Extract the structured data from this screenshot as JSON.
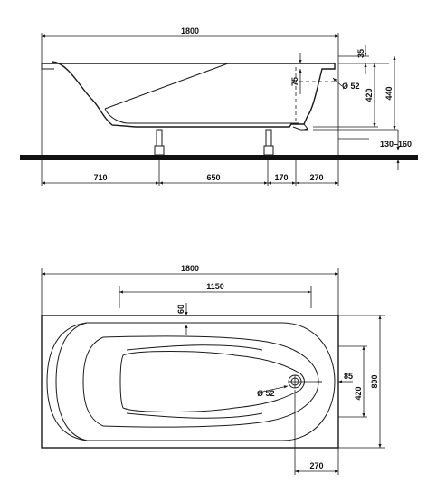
{
  "side_view": {
    "overall_length": "1800",
    "rim_thickness": "35",
    "drain_depth": "75",
    "drain_diameter": "Ø 52",
    "depth_inner": "420",
    "depth_outer": "440",
    "leg_height": "130–160",
    "seg_710": "710",
    "seg_650": "650",
    "seg_170": "170",
    "seg_270": "270"
  },
  "top_view": {
    "overall_length": "1800",
    "inner_length": "1150",
    "rim_60": "60",
    "width": "800",
    "inner_width": "420",
    "drain_offset": "85",
    "drain_diameter": "Ø 52",
    "drain_from_end": "270"
  }
}
